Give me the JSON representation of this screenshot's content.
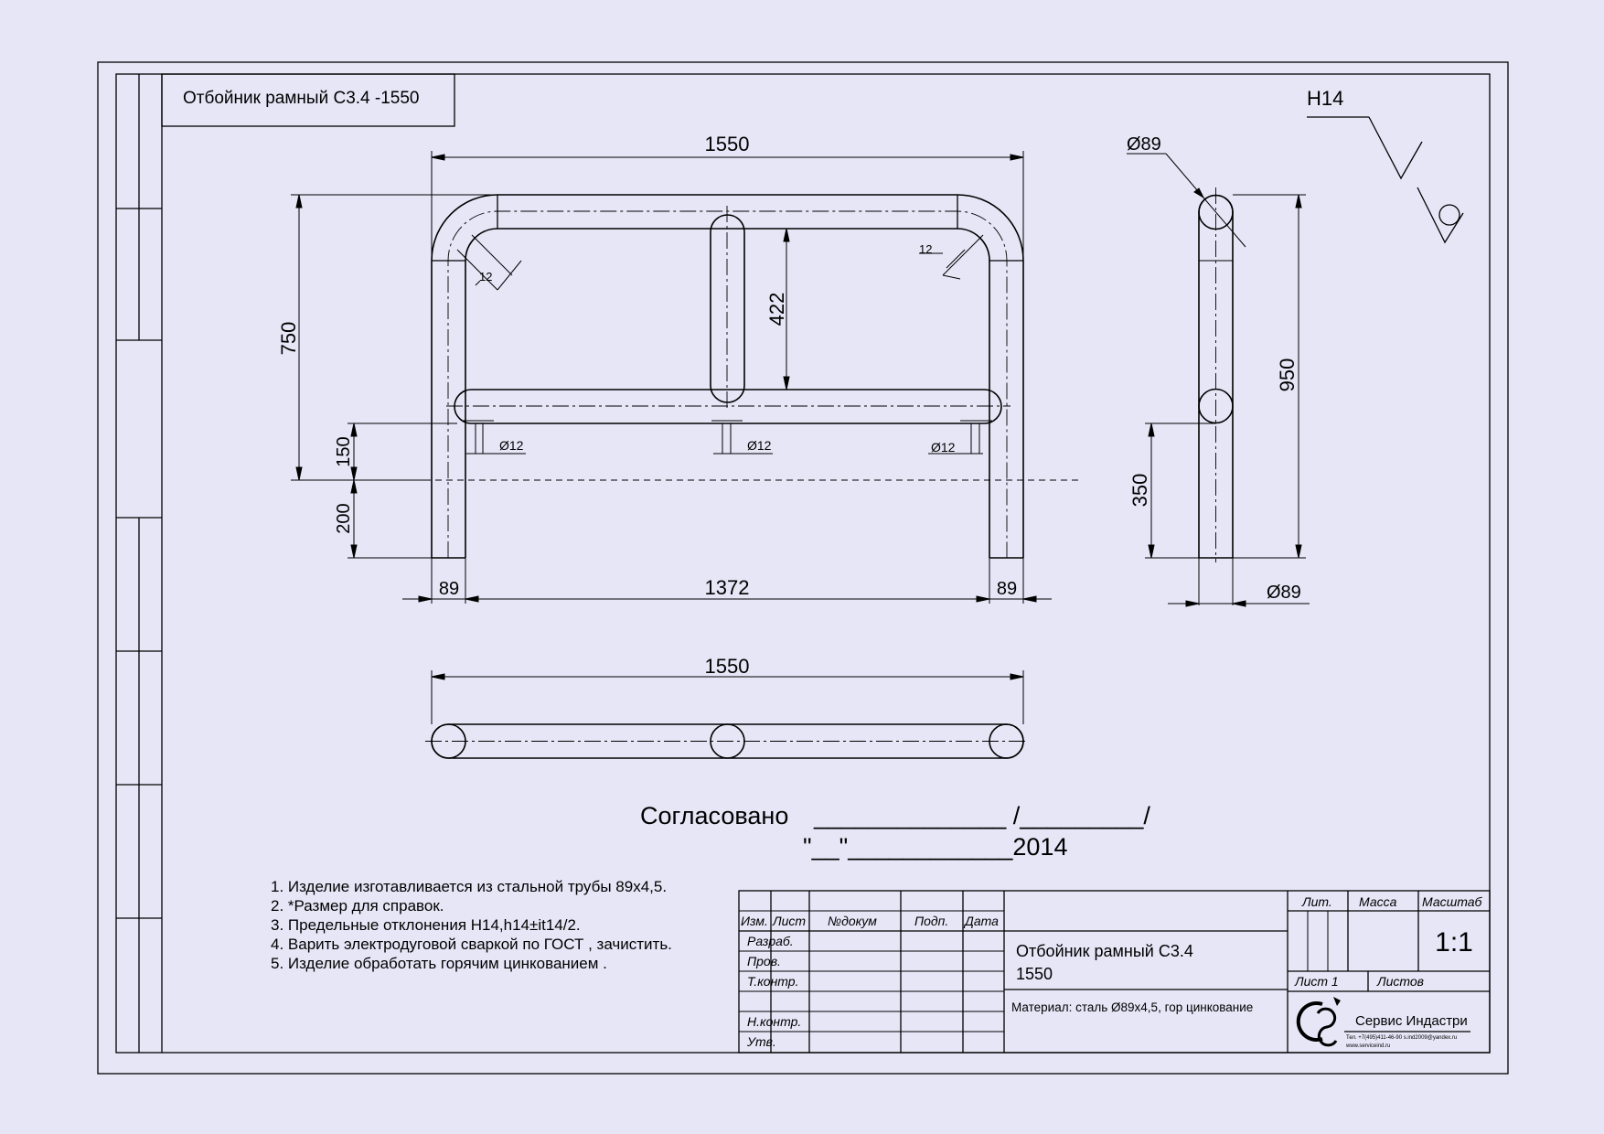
{
  "frame_title": "Отбойник рамный С3.4 -1550",
  "roughness": {
    "label": "H14"
  },
  "front_view": {
    "width": "1550",
    "height": "750",
    "post_spacing": "1372",
    "post_left": "89",
    "post_right": "89",
    "vertical_bar": "422",
    "bend_left": "12",
    "bend_right": "12",
    "dim_150": "150",
    "dim_200": "200",
    "hole_left": "Ø12",
    "hole_mid": "Ø12",
    "hole_right": "Ø12"
  },
  "side_view": {
    "tube_top": "Ø89",
    "height": "950",
    "height_low": "350",
    "tube_bottom": "Ø89"
  },
  "top_view": {
    "width": "1550"
  },
  "approval": {
    "label": "Согласовано",
    "line1": "______________ /_________/",
    "line2": "\"__\"____________2014"
  },
  "notes": [
    "1. Изделие изготавливается из стальной трубы  89х4,5.",
    "2. *Размер для справок.",
    "3. Предельные отклонения  H14,h14±it14/2.",
    "4. Варить электродуговой сваркой по ГОСТ , зачистить.",
    "5. Изделие обработать горячим цинкованием ."
  ],
  "title_block": {
    "col_izm": "Изм.",
    "col_list": "Лист",
    "col_dokum": "№докум",
    "col_podp": "Подп.",
    "col_data": "Дата",
    "row_razrab": "Разраб.",
    "row_prov": "Пров.",
    "row_tkontr": "Т.контр.",
    "row_nkontr": "Н.контр.",
    "row_utv": "Утв.",
    "name_line1": "Отбойник рамный С3.4",
    "name_line2": "1550",
    "material": "Материал:  сталь Ø89х4,5, гор цинкование",
    "lit": "Лит.",
    "massa": "Масса",
    "masshtab": "Масштаб",
    "scale": "1:1",
    "sheet": "Лист 1",
    "sheets": "Листов",
    "company": "Сервис Индастри",
    "contacts1": "Тел. +7(495)411-46-90  s.ind2009@yandex.ru",
    "contacts2": "www.serviceind.ru"
  }
}
